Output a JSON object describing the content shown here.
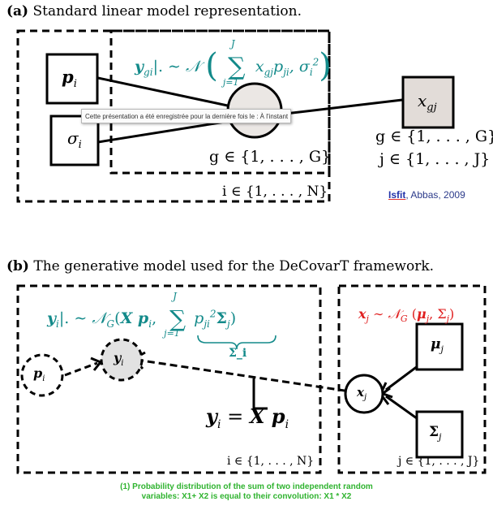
{
  "figure_a": {
    "caption_label": "(a)",
    "caption_text": "Standard linear model representation.",
    "node_p": "p",
    "node_p_sub": "i",
    "node_sigma": "σ",
    "node_sigma_sub": "i",
    "node_x": "x",
    "node_x_sub": "gj",
    "formula": "y_gi|. ~ N( Σ_{j=1}^{J} x_gj p_ji , σ_i² )",
    "plate_g": "g ∈ {1, . . . , G}",
    "plate_i": "i ∈ {1, . . . , N}",
    "right_g": "g ∈ {1, . . . , G}",
    "right_j": "j ∈ {1, . . . , J}",
    "tooltip": "Cette présentation a été enregistrée pour la dernière fois le : À l'instant",
    "credit_brand": "Isfit",
    "credit_rest": ", Abbas, 2009"
  },
  "figure_b": {
    "caption_label": "(b)",
    "caption_text": "The generative model used for the DeCovarT framework.",
    "node_p": "p",
    "node_p_sub": "i",
    "node_y": "y",
    "node_y_sub": "i",
    "node_x": "x",
    "node_x_sub": "j",
    "node_mu": "μ",
    "node_mu_sub": "j",
    "node_Sigma": "Σ",
    "node_Sigma_sub": "j",
    "formula_left": "y_i|. ~ N_G( X p_i , Σ_{j=1}^{J} p_ji² Σ_j )",
    "underbrace_label": "Σ_i",
    "formula_right": "x_j ~ N_G (μ_j, Σ_j)",
    "equation": "y_i = X p_i",
    "plate_i": "i ∈ {1, . . . , N}",
    "plate_j": "j ∈ {1, . . . , J}",
    "note_line1": "(1) Probability distribution of the sum of two independent random",
    "note_line2": "variables: X1+ X2 is equal to their convolution: X1 * X2"
  },
  "colors": {
    "teal": "#138a8a",
    "red": "#e02020",
    "green_note": "#2fb32f",
    "observed_fill": "#e0e0e0"
  }
}
